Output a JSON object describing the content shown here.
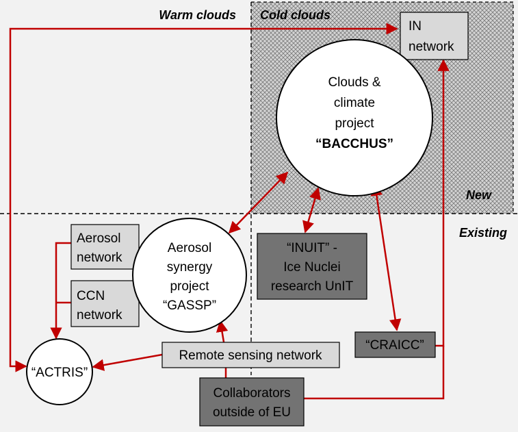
{
  "regions": {
    "warm_clouds": "Warm clouds",
    "cold_clouds": "Cold clouds",
    "new": "New",
    "existing": "Existing"
  },
  "nodes": {
    "in_network": [
      "IN",
      "network"
    ],
    "bacchus": [
      "Clouds &",
      "climate",
      "project",
      "“BACCHUS”"
    ],
    "aerosol_network": [
      "Aerosol",
      "network"
    ],
    "ccn_network": [
      "CCN",
      "network"
    ],
    "gassp": [
      "Aerosol",
      "synergy",
      "project",
      "“GASSP”"
    ],
    "inuit": [
      "“INUIT” -",
      "Ice Nuclei",
      "research UnIT"
    ],
    "craicc": [
      "“CRAICC”"
    ],
    "actris": [
      "“ACTRIS”"
    ],
    "remote_sensing": [
      "Remote sensing network"
    ],
    "collaborators": [
      "Collaborators",
      "outside of EU"
    ]
  },
  "colors": {
    "arrow": "#c00000",
    "light_box": "#d9d9d9",
    "dark_box": "#737373",
    "background": "#f2f2f2"
  }
}
